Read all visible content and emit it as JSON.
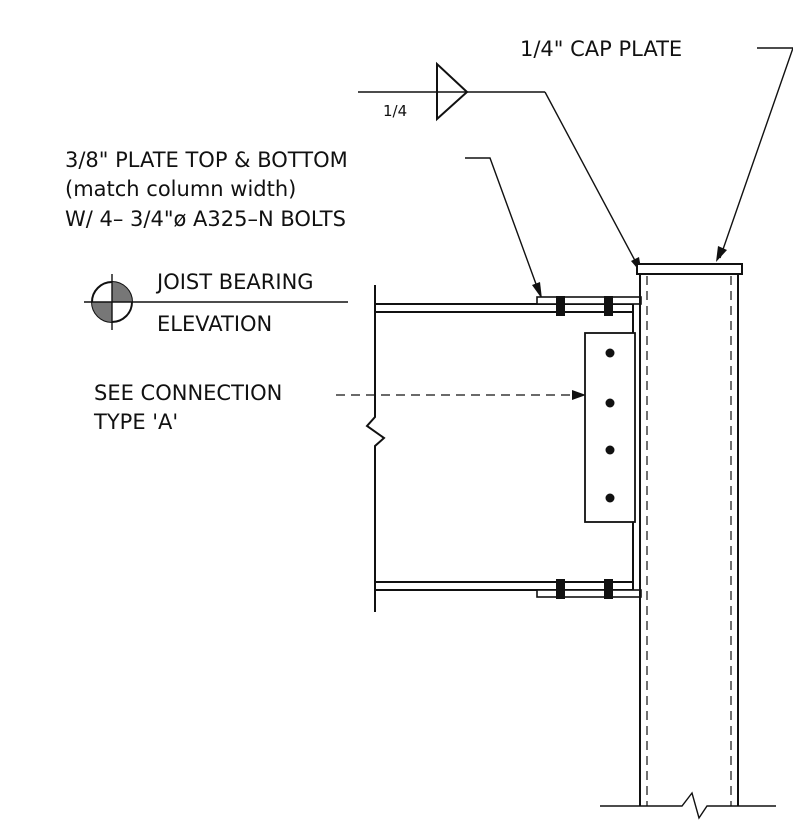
{
  "labels": {
    "cap_plate": "1/4\" CAP PLATE",
    "weld_size": "1/4",
    "plate_line1": "3/8\" PLATE TOP & BOTTOM",
    "plate_line2": "(match column width)",
    "plate_line3": "W/ 4– 3/4\"ø A325–N BOLTS",
    "joist_bearing": "JOIST BEARING",
    "elevation": "ELEVATION",
    "see_connection": "SEE CONNECTION",
    "connection_type": "TYPE 'A'"
  }
}
